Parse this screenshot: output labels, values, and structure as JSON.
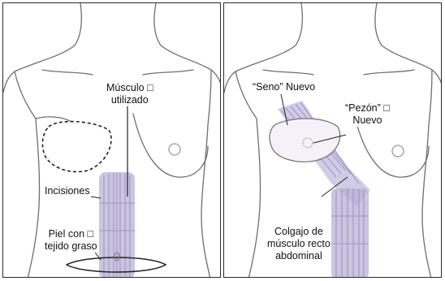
{
  "panels": {
    "left": {
      "labels": {
        "muscle_used": [
          "Músculo □",
          "utilizado"
        ],
        "incisions": "Incisiones",
        "skin_fat": [
          "Piel con □",
          "tejido graso"
        ]
      }
    },
    "right": {
      "labels": {
        "new_breast": "“Seno” Nuevo",
        "new_nipple": [
          "“Pezón” □",
          "Nuevo"
        ],
        "flap": [
          "Colgajo de",
          "músculo recto",
          "abdominal"
        ]
      }
    }
  },
  "colors": {
    "skin_line": "#6e6e6e",
    "muscle_fill": "#b9b1d6",
    "muscle_line": "#8d84bd",
    "frame": "#2a2a2a"
  }
}
